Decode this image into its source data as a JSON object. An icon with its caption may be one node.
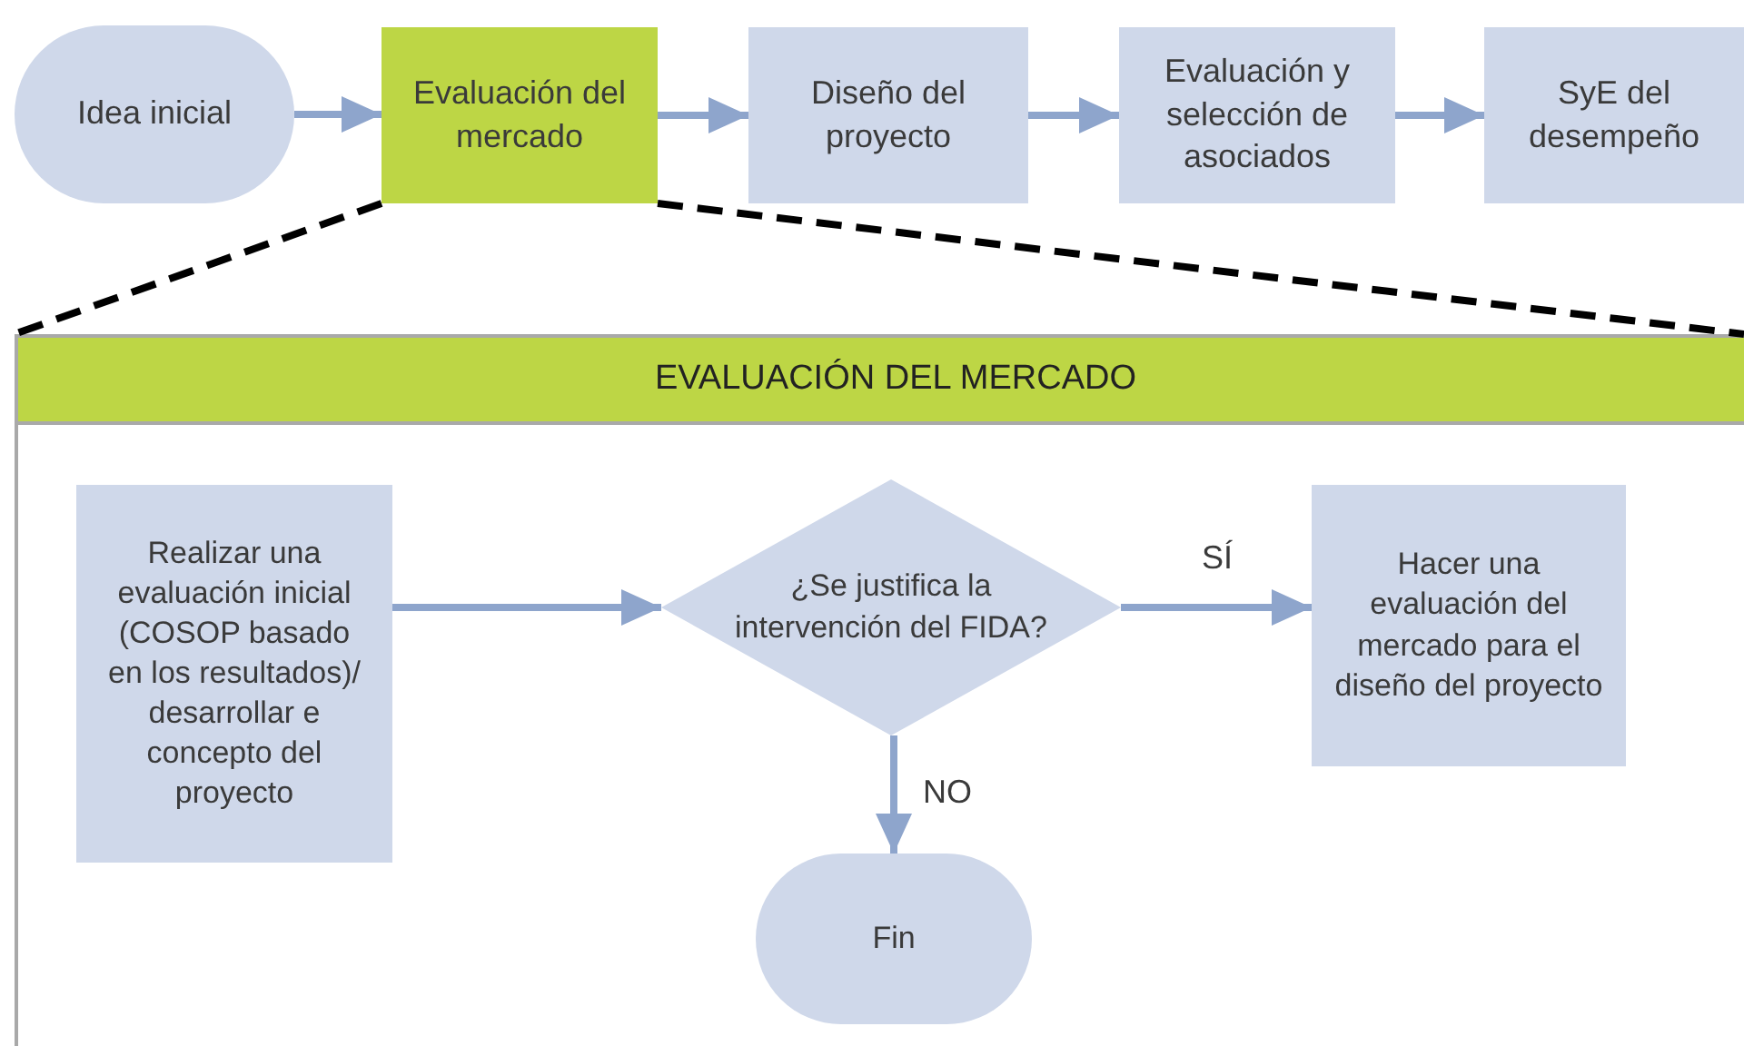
{
  "diagram": {
    "nodes": [
      {
        "text": [
          "Idea inicial"
        ]
      },
      {
        "text": [
          "Evaluación del mercado"
        ]
      },
      {
        "text": [
          "Diseño del proyecto"
        ]
      },
      {
        "text": [
          "Evaluación y selección de asociados"
        ]
      },
      {
        "text": [
          "SyE del desempeño"
        ]
      },
      {
        "text": [
          "EVALUACIÓN DEL MERCADO"
        ]
      },
      {
        "text": [
          "Realizar una evaluación inicial (COSOP basado en los resultados)/ desarrollar e concepto del proyecto"
        ],
        "in": 5
      },
      {
        "text": [
          "¿Se justifica la intervención del FIDA?"
        ],
        "in": 5
      },
      {
        "text": [
          "Hacer una evaluación del mercado para el diseño del proyecto"
        ],
        "in": 5
      },
      {
        "text": [
          "Fin"
        ],
        "in": 5
      }
    ],
    "edges": [
      {
        "from": 0,
        "to": 1,
        "arrow": "to"
      },
      {
        "from": 1,
        "to": 2,
        "arrow": "to"
      },
      {
        "from": 2,
        "to": 3,
        "arrow": "to"
      },
      {
        "from": 3,
        "to": 4,
        "arrow": "to"
      },
      {
        "from": 6,
        "to": 7,
        "arrow": "to"
      },
      {
        "from": 7,
        "to": 8,
        "arrow": "to",
        "label": "SÍ"
      },
      {
        "from": 7,
        "to": 9,
        "arrow": "to",
        "label": "NO"
      },
      {
        "from": 1,
        "to": 5,
        "arrow": "none",
        "style": "dashed",
        "color": "#000000"
      },
      {
        "from": 1,
        "to": 5,
        "arrow": "none",
        "style": "dashed",
        "color": "#000000"
      }
    ]
  }
}
